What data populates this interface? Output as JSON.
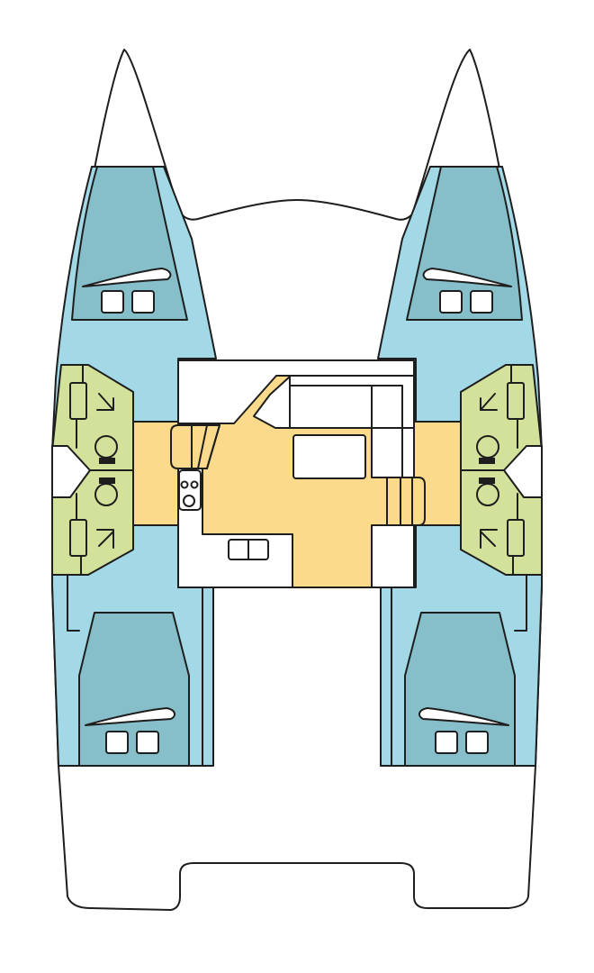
{
  "diagram": {
    "kind": "catamaran deck layout",
    "colors": {
      "hull_interior": "#a3d9e6",
      "cabin": "#86bfca",
      "head": "#d3e29b",
      "salon": "#fbda8b",
      "deck": "#ffffff",
      "line": "#1e1e1e"
    },
    "cabins": 4,
    "heads": 4
  }
}
